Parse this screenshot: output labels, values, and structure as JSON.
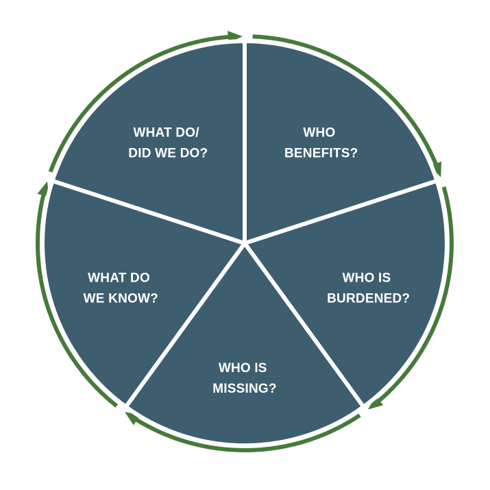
{
  "diagram": {
    "segments": [
      {
        "id": "benefits",
        "lines": [
          "WHO",
          "BENEFITS?"
        ]
      },
      {
        "id": "burdened",
        "lines": [
          "WHO IS",
          "BURDENED?"
        ]
      },
      {
        "id": "missing",
        "lines": [
          "WHO IS",
          "MISSING?"
        ]
      },
      {
        "id": "know",
        "lines": [
          "WHAT DO",
          "WE KNOW?"
        ]
      },
      {
        "id": "did",
        "lines": [
          "WHAT DO/",
          "DID WE DO?"
        ]
      }
    ],
    "colors": {
      "segment": "#3d5e6e",
      "ring": "#467a3a",
      "divider": "#ffffff",
      "text": "#ffffff"
    }
  }
}
